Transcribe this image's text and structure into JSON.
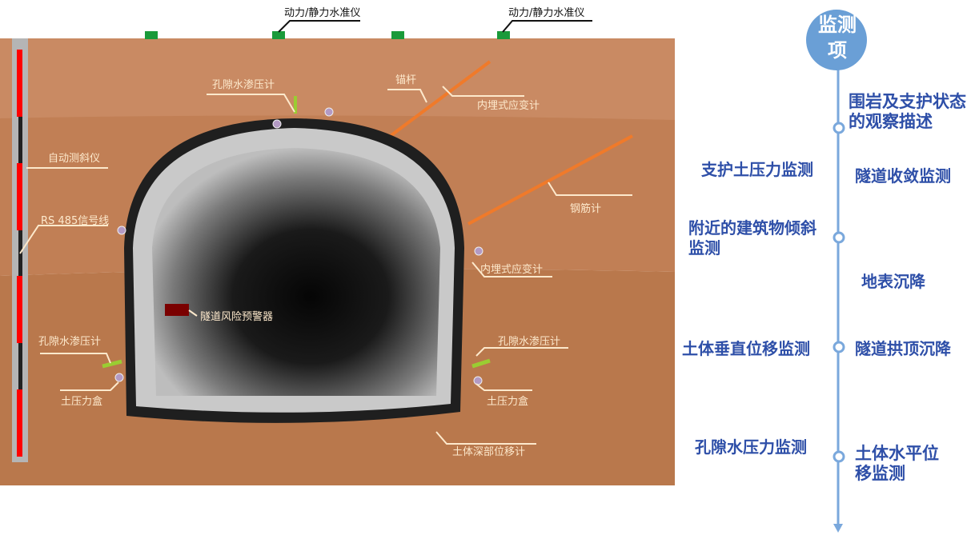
{
  "diagram": {
    "top_labels": [
      "动力/静力水准仪",
      "动力/静力水准仪"
    ],
    "labels": {
      "pore_top": "孔隙水渗压计",
      "anchor": "锚杆",
      "strain_top": "内埋式应变计",
      "inclinometer": "自动测斜仪",
      "rebar": "钢筋计",
      "rs485": "RS 485信号线",
      "strain_right": "内埋式应变计",
      "warning": "隧道风险预警器",
      "pore_left": "孔隙水渗压计",
      "pore_right": "孔隙水渗压计",
      "earth_left": "土压力盒",
      "earth_right": "土压力盒",
      "deep_disp": "土体深部位移计"
    },
    "colors": {
      "soil": "#c5835c",
      "level_sensor": "#1a9a3a",
      "inclinometer_red": "#ff0000",
      "anchor": "#f07a2a",
      "warning": "#7a0000"
    }
  },
  "monitoring": {
    "title": "监测项",
    "items_right": [
      "围岩及支护状态的观察描述",
      "隧道收敛监测",
      "地表沉降",
      "隧道拱顶沉降",
      "土体水平位移监测"
    ],
    "items_left": [
      "支护土压力监测",
      "附近的建筑物倾斜监测",
      "土体垂直位移监测",
      "孔隙水压力监测"
    ],
    "colors": {
      "node": "#6a9fd6",
      "text": "#2e4fa8"
    }
  }
}
